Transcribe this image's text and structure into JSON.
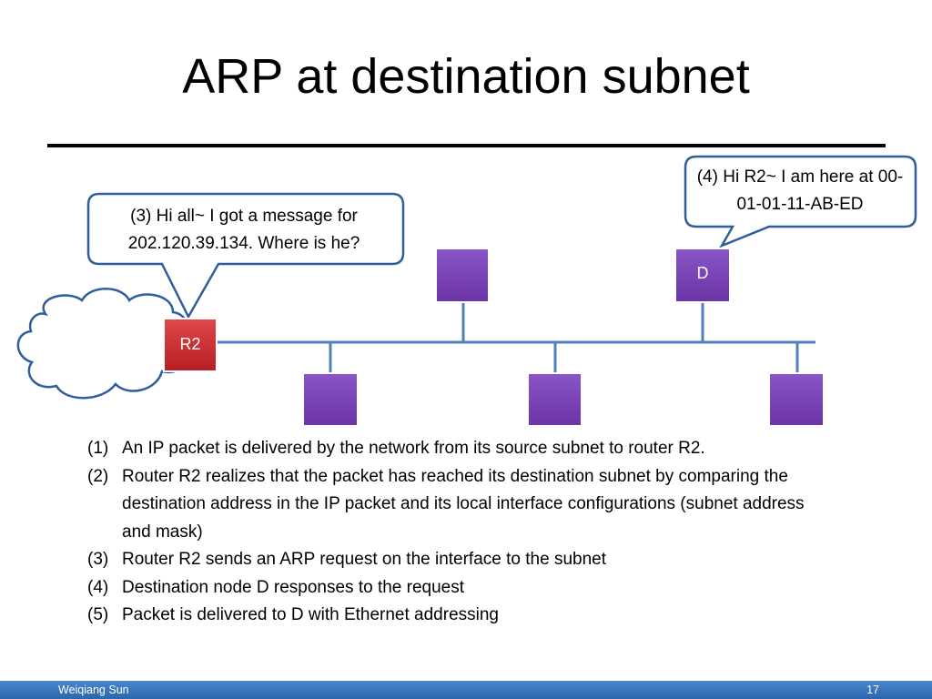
{
  "slide": {
    "title": "ARP at destination subnet"
  },
  "callouts": {
    "r2_message": "(3) Hi all~ I got a message for 202.120.39.134. Where is he?",
    "d_message": "(4) Hi R2~ I am here at 00-01-01-11-AB-ED"
  },
  "nodes": {
    "router": "R2",
    "destination": "D"
  },
  "steps": [
    {
      "num": "(1)",
      "text": "An IP packet is delivered by the network from its source subnet to router R2."
    },
    {
      "num": "(2)",
      "text": "Router R2 realizes that the packet has reached its destination subnet by comparing the destination address in the IP packet and  its local interface configurations (subnet address and mask)"
    },
    {
      "num": "(3)",
      "text": "Router R2 sends an ARP request on the interface to the subnet"
    },
    {
      "num": "(4)",
      "text": "Destination node D responses to the request"
    },
    {
      "num": "(5)",
      "text": "Packet is delivered to D with Ethernet addressing"
    }
  ],
  "footer": {
    "author": "Weiqiang Sun",
    "page_number": "17"
  },
  "colors": {
    "bus_line": "#4f81bd",
    "host_fill": "#7030a0",
    "router_fill": "#c0282d",
    "cloud_stroke": "#2e5e9b",
    "footer_bar": "#2f6db3"
  }
}
